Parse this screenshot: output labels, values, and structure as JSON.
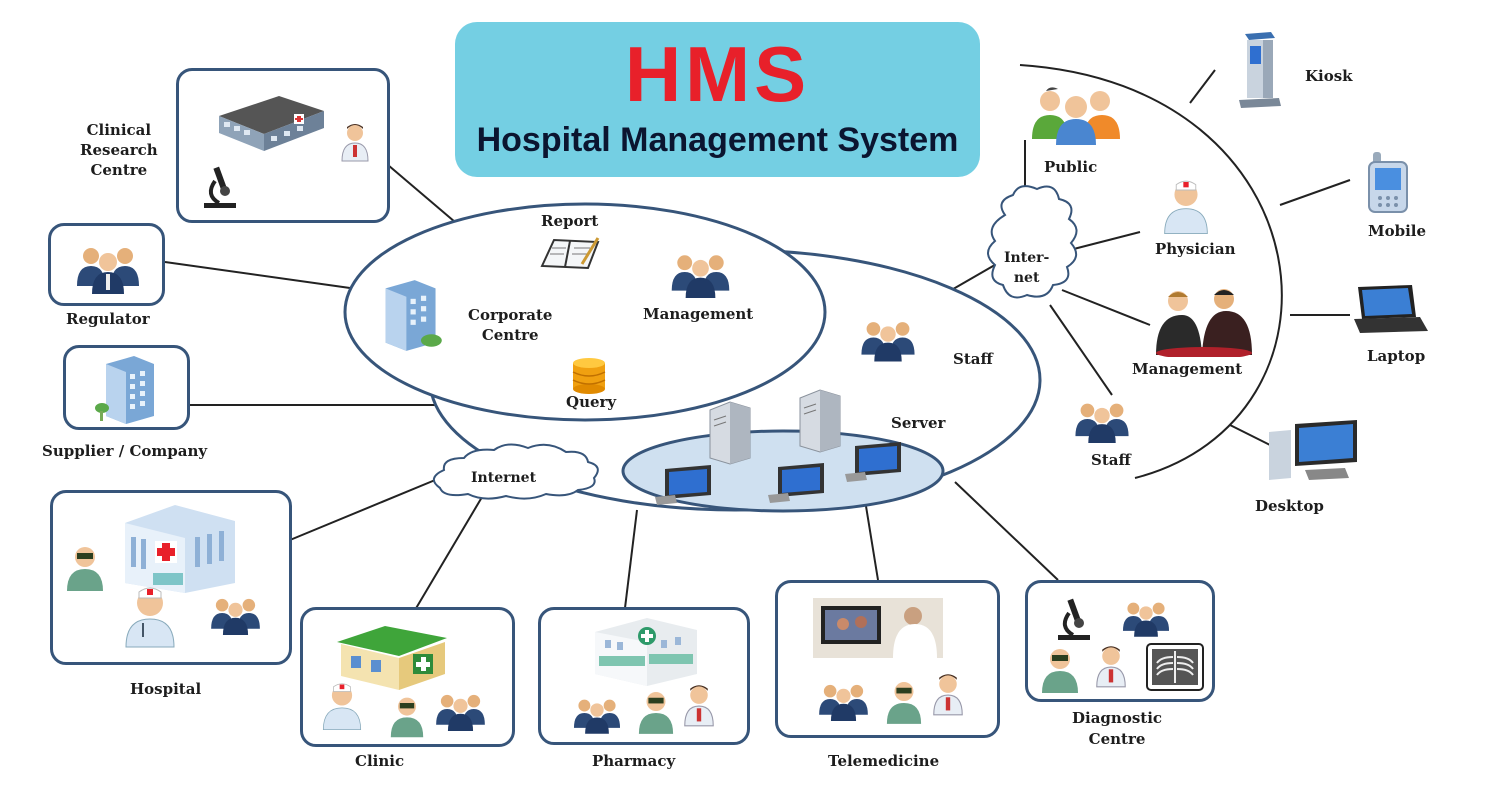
{
  "header": {
    "title": "HMS",
    "subtitle": "Hospital Management System"
  },
  "colors": {
    "title_red": "#e8202a",
    "title_bg": "#74cfe3",
    "outline": "#37557a",
    "server_zone": "#cfe0f0"
  },
  "hub": {
    "report": "Report",
    "management": "Management",
    "corporate": [
      "Corporate",
      "Centre"
    ],
    "query": "Query",
    "staff": "Staff",
    "server": "Server",
    "internet": "Internet"
  },
  "left": {
    "clinical": [
      "Clinical",
      "Research",
      "Centre"
    ],
    "regulator": "Regulator",
    "supplier": "Supplier / Company"
  },
  "bottom": {
    "hospital": "Hospital",
    "clinic": "Clinic",
    "pharmacy": "Pharmacy",
    "telemedicine": "Telemedicine",
    "diagnostic": [
      "Diagnostic",
      "Centre"
    ]
  },
  "right": {
    "internet": [
      "Inter-",
      "net"
    ],
    "public": "Public",
    "physician": "Physician",
    "management": "Management",
    "staff": "Staff",
    "kiosk": "Kiosk",
    "mobile": "Mobile",
    "laptop": "Laptop",
    "desktop": "Desktop"
  }
}
